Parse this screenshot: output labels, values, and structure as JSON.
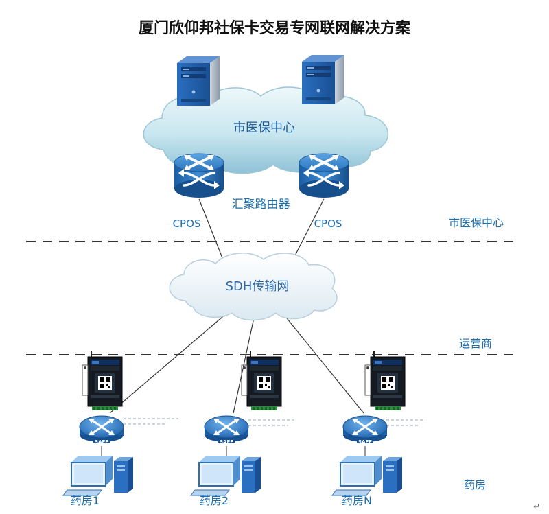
{
  "title": "厦门欣仰邦社保卡交易专网联网解决方案",
  "center_cloud_label": "市医保中心",
  "aggregation_router_label": "汇聚路由器",
  "cpos_left": "CPOS",
  "cpos_right": "CPOS",
  "sdh_label": "SDH传输网",
  "zones": {
    "center": "市医保中心",
    "carrier": "运营商",
    "pharmacy": "药房"
  },
  "pharmacies": [
    {
      "label": "药房1",
      "router_text": "SAFE"
    },
    {
      "label": "药房2",
      "router_text": "SAFE"
    },
    {
      "label": "药房N",
      "router_text": "SAFE"
    }
  ],
  "corner_mark": "↵",
  "colors": {
    "server": "#1f5fae",
    "cloud_top": "#e3f3f8",
    "cloud_bottom": "#9ccbdc",
    "router": "#1f6db8",
    "dashed_line": "#333333",
    "label": "#1b6fb0"
  },
  "icons": [
    "server-icon",
    "router-icon",
    "safe-router-icon",
    "industrial-router-icon",
    "pc-icon"
  ]
}
